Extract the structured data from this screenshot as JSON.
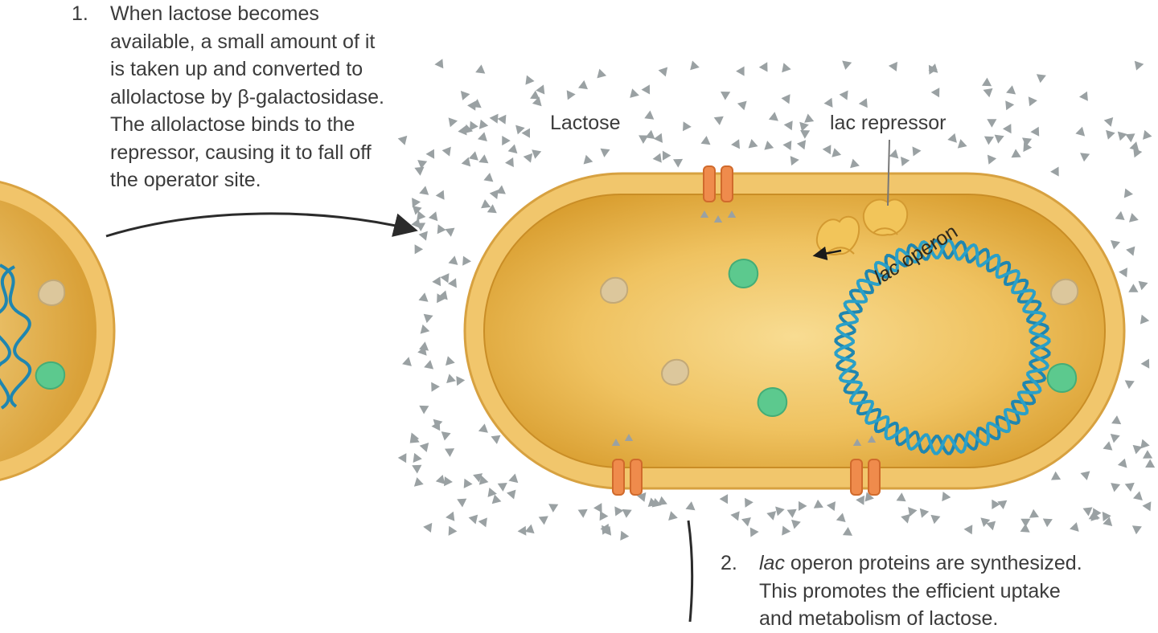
{
  "step1": {
    "number": "1.",
    "lines": [
      "When lactose becomes",
      "available, a small amount of it",
      "is taken up and converted to",
      "allolactose by β-galactosidase.",
      "The allolactose binds to the",
      "repressor, causing it to fall off",
      "the operator site."
    ]
  },
  "step2": {
    "number": "2.",
    "line1_italic": "lac",
    "line1_rest": " operon proteins are synthesized.",
    "lines": [
      "This promotes the efficient uptake",
      "and metabolism of lactose."
    ]
  },
  "labels": {
    "lactose": "Lactose",
    "repressor": "lac repressor",
    "operon_italic": "lac",
    "operon_rest": " operon"
  },
  "colors": {
    "cell_wall": "#f0c266",
    "cytoplasm": "#e2a83a",
    "cytoplasm_light": "#f6d98e",
    "dna": "#1f86b0",
    "permease": "#ef8b4c",
    "lactose_molecule": "#9aa1a3",
    "green_protein": "#5cc98e",
    "tan_protein": "#dcc79c",
    "repressor": "#f2c55a",
    "text": "#3b3b3b"
  }
}
